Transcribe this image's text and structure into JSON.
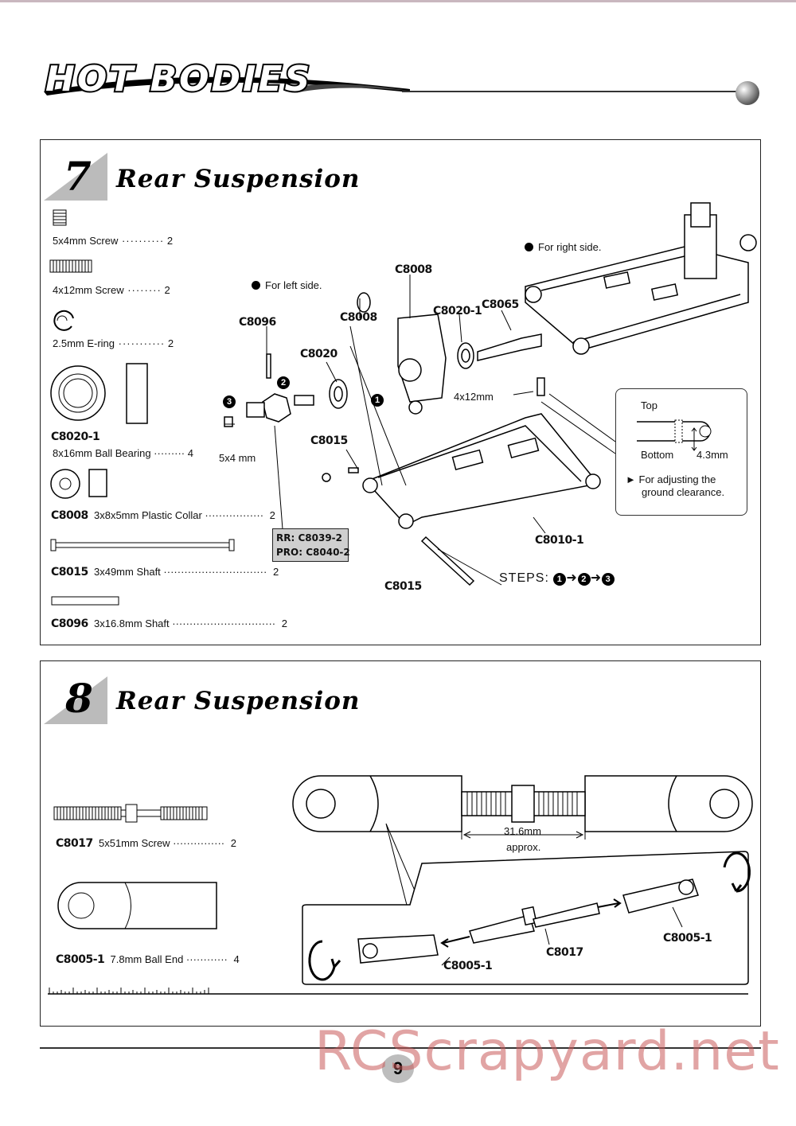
{
  "header": {
    "brand": "HOT BODIES"
  },
  "step7": {
    "number": "7",
    "title": "Rear Suspension",
    "parts": [
      {
        "code": "",
        "desc": "5x4mm  Screw",
        "qty": "2"
      },
      {
        "code": "",
        "desc": "4x12mm Screw",
        "qty": "2"
      },
      {
        "code": "",
        "desc": "2.5mm E-ring",
        "qty": "2"
      },
      {
        "code": "C8020-1",
        "desc": "8x16mm Ball Bearing",
        "qty": "4"
      },
      {
        "code": "C8008",
        "desc": "3x8x5mm Plastic Collar",
        "qty": "2"
      },
      {
        "code": "C8015",
        "desc": "3x49mm Shaft",
        "qty": "2"
      },
      {
        "code": "C8096",
        "desc": "3x16.8mm Shaft",
        "qty": "2"
      }
    ],
    "callouts": {
      "c8096": "C8096",
      "c8008a": "C8008",
      "c8008b": "C8008",
      "c8020": "C8020",
      "c8020_1": "C8020-1",
      "c8065": "C8065",
      "c8015a": "C8015",
      "c8015b": "C8015",
      "c8010_1": "C8010-1",
      "s5x4": "5x4 mm",
      "s4x12": "4x12mm"
    },
    "notes": {
      "left_side": "For left side.",
      "right_side": "For right side.",
      "steps": "STEPS:",
      "rr": "RR: C8039-2",
      "pro": "PRO: C8040-2"
    },
    "step_markers": [
      "1",
      "2",
      "3"
    ],
    "adjust": {
      "top": "Top",
      "bottom": "Bottom",
      "measure": "4.3mm",
      "note_line1": "For adjusting the",
      "note_line2": "ground clearance."
    }
  },
  "step8": {
    "number": "8",
    "title": "Rear Suspension",
    "parts": [
      {
        "code": "C8017",
        "desc": "5x51mm  Screw",
        "qty": "2"
      },
      {
        "code": "C8005-1",
        "desc": "7.8mm Ball End",
        "qty": "4"
      }
    ],
    "dimension": "31.6mm",
    "approx": "approx.",
    "callouts": {
      "c8017": "C8017",
      "c8005a": "C8005-1",
      "c8005b": "C8005-1"
    }
  },
  "footer": {
    "page": "9",
    "watermark": "RCScrapyard.net"
  }
}
